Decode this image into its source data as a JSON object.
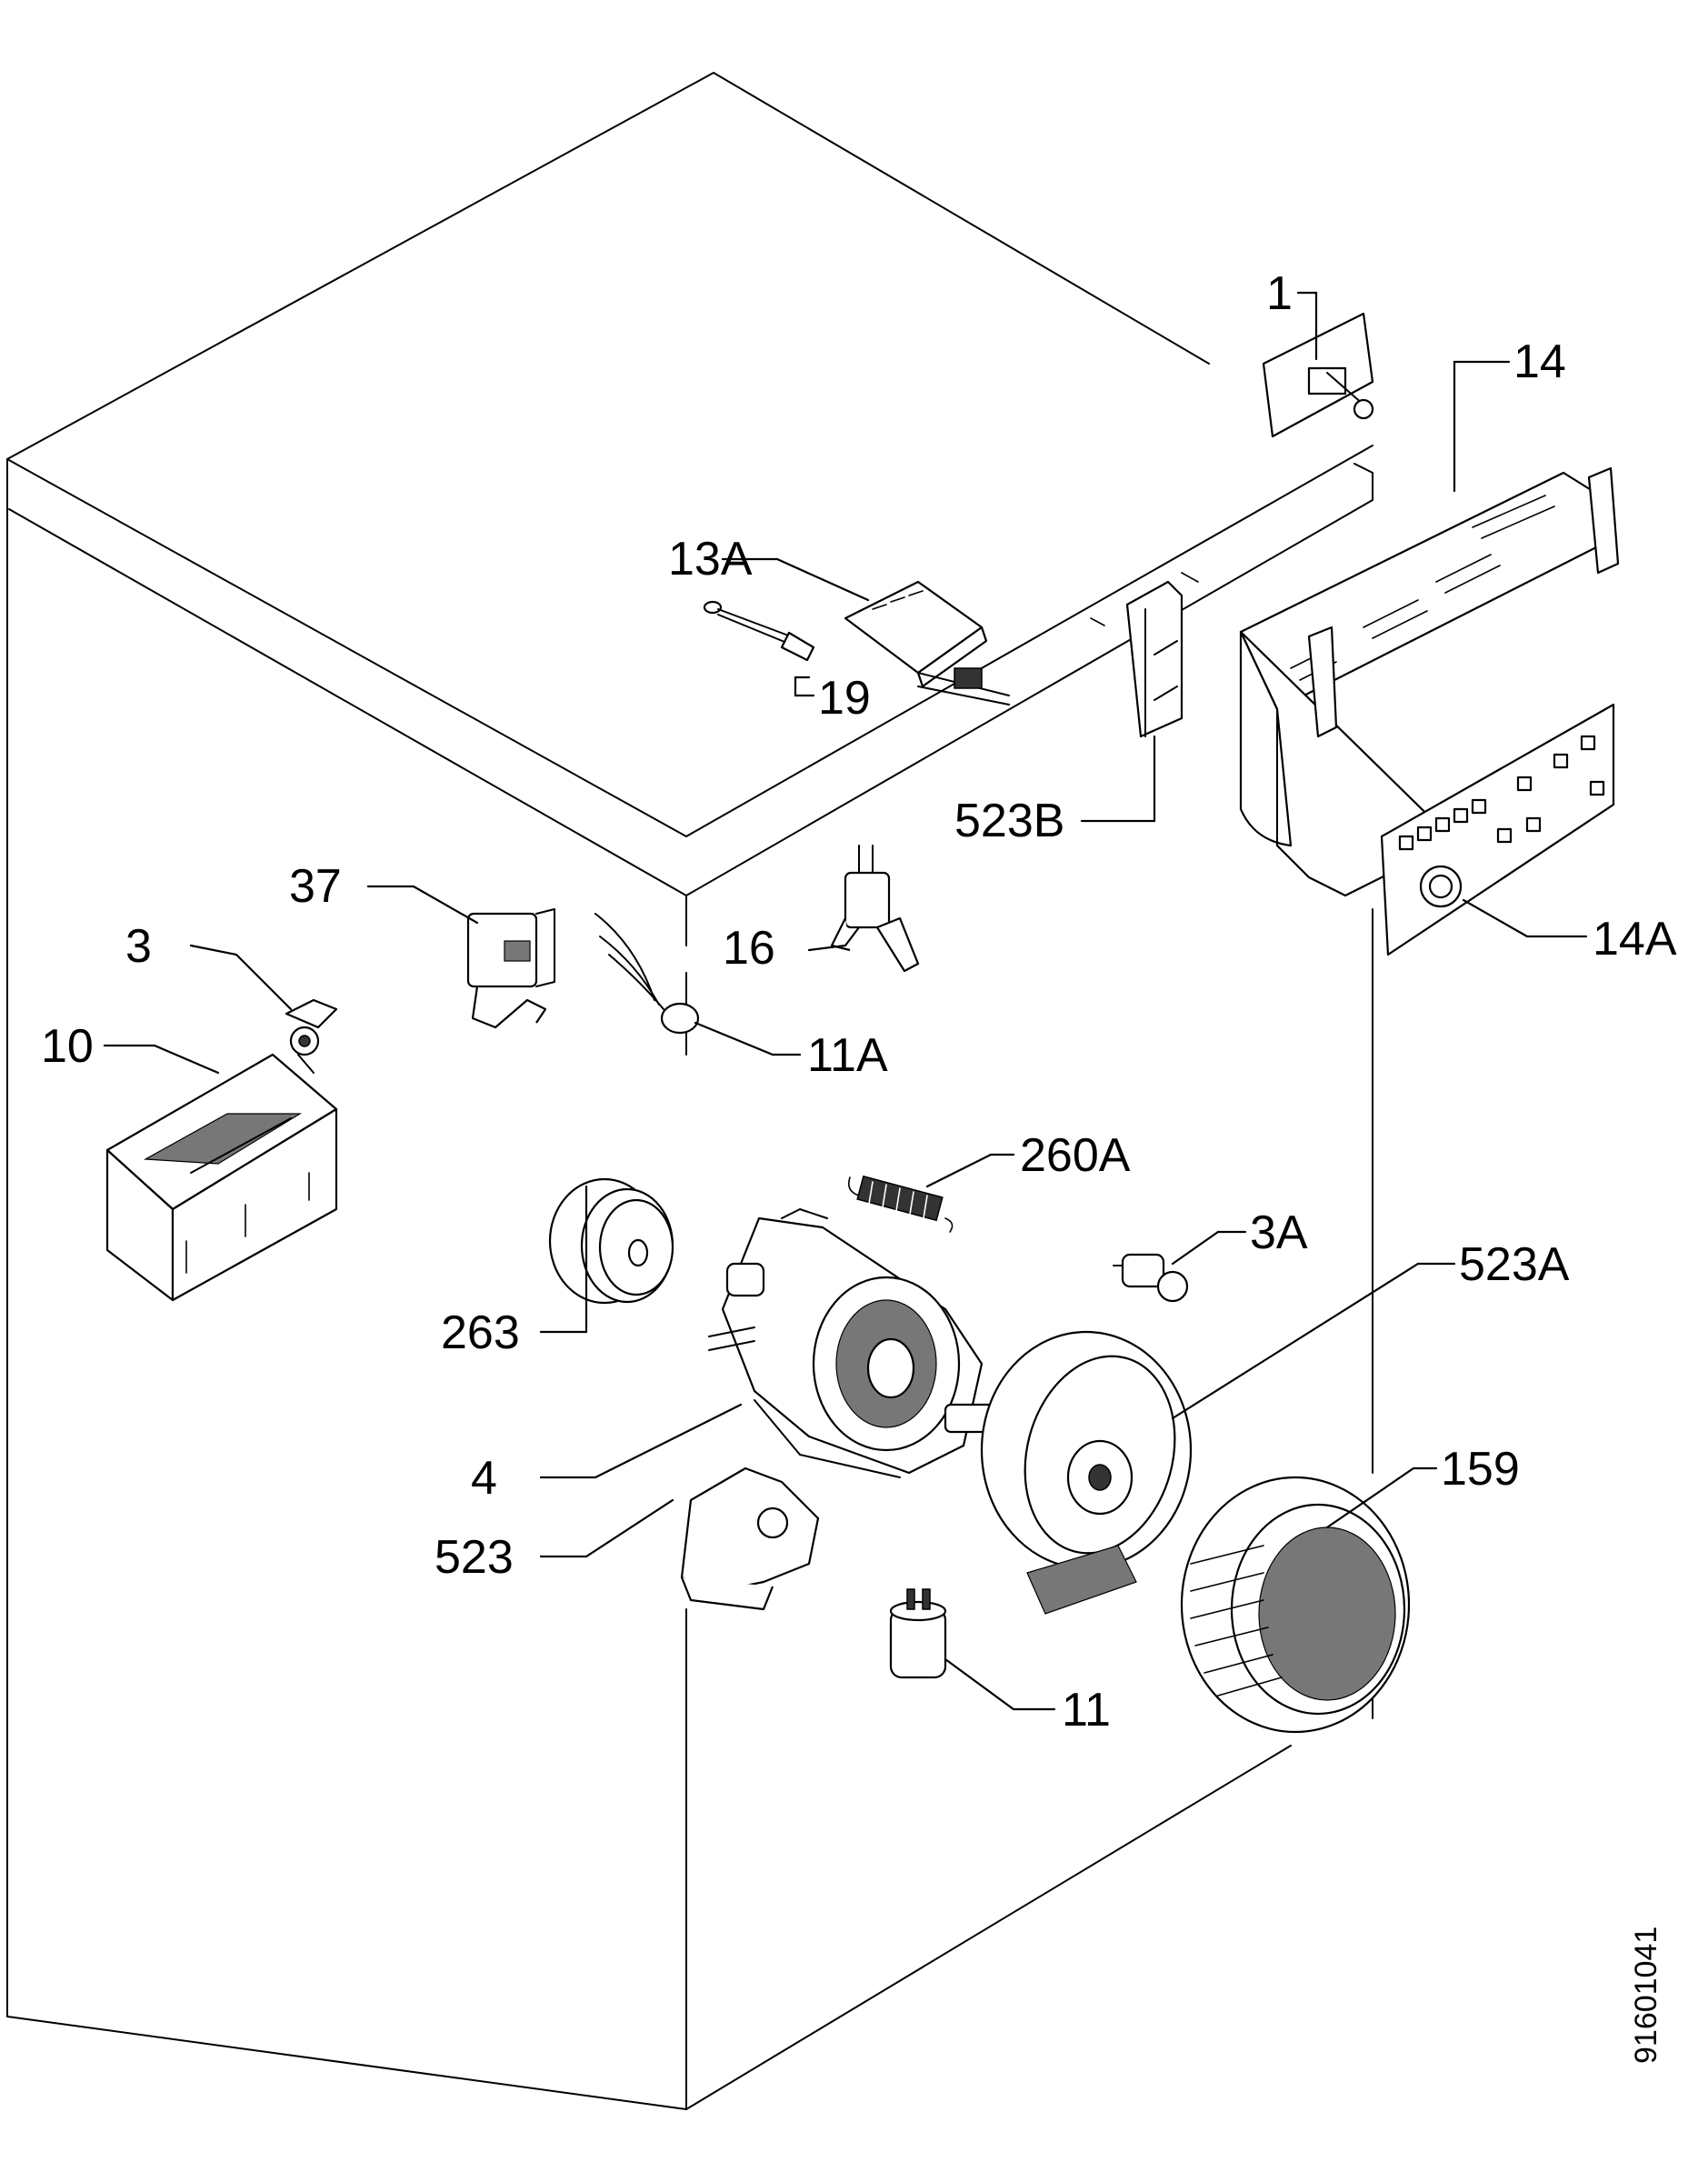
{
  "diagram_code": "91601041",
  "parts": [
    {
      "id": "p1",
      "label": "1"
    },
    {
      "id": "p14",
      "label": "14"
    },
    {
      "id": "p13a",
      "label": "13A"
    },
    {
      "id": "p19",
      "label": "19"
    },
    {
      "id": "p523b",
      "label": "523B"
    },
    {
      "id": "p37",
      "label": "37"
    },
    {
      "id": "p16",
      "label": "16"
    },
    {
      "id": "p14a",
      "label": "14A"
    },
    {
      "id": "p3",
      "label": "3"
    },
    {
      "id": "p10",
      "label": "10"
    },
    {
      "id": "p11a",
      "label": "11A"
    },
    {
      "id": "p260a",
      "label": "260A"
    },
    {
      "id": "p3a",
      "label": "3A"
    },
    {
      "id": "p523a",
      "label": "523A"
    },
    {
      "id": "p263",
      "label": "263"
    },
    {
      "id": "p4",
      "label": "4"
    },
    {
      "id": "p159",
      "label": "159"
    },
    {
      "id": "p523",
      "label": "523"
    },
    {
      "id": "p11",
      "label": "11"
    }
  ]
}
